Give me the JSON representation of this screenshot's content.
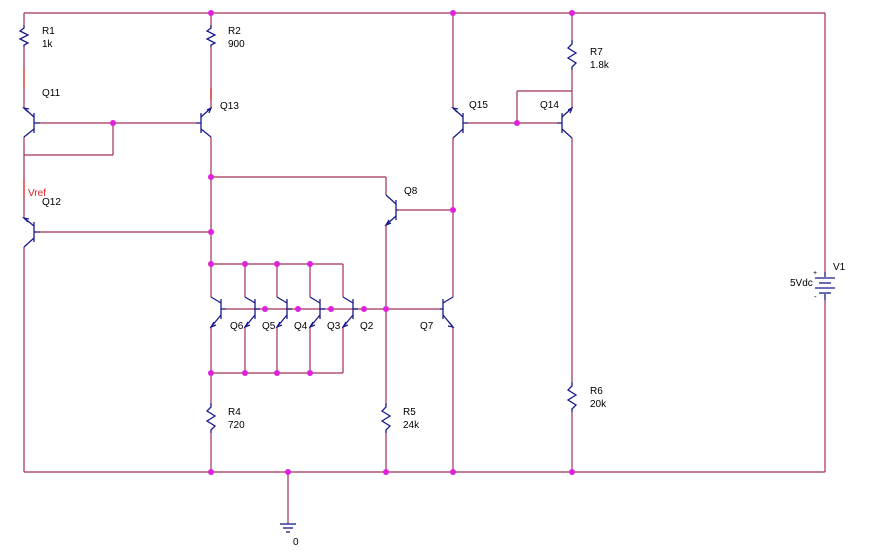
{
  "components": {
    "R1": {
      "name": "R1",
      "value": "1k"
    },
    "R2": {
      "name": "R2",
      "value": "900"
    },
    "R4": {
      "name": "R4",
      "value": "720"
    },
    "R5": {
      "name": "R5",
      "value": "24k"
    },
    "R6": {
      "name": "R6",
      "value": "20k"
    },
    "R7": {
      "name": "R7",
      "value": "1.8k"
    },
    "V1": {
      "name": "V1",
      "value": "5Vdc"
    },
    "Q2": "Q2",
    "Q3": "Q3",
    "Q4": "Q4",
    "Q5": "Q5",
    "Q6": "Q6",
    "Q7": "Q7",
    "Q8": "Q8",
    "Q11": "Q11",
    "Q12": "Q12",
    "Q13": "Q13",
    "Q14": "Q14",
    "Q15": "Q15"
  },
  "net_labels": {
    "vref": "Vref",
    "ground": "0"
  },
  "colors": {
    "wire": "#a0305a",
    "device": "#1a1a8c",
    "node": "#e020e0",
    "netlabel": "#e02020"
  }
}
